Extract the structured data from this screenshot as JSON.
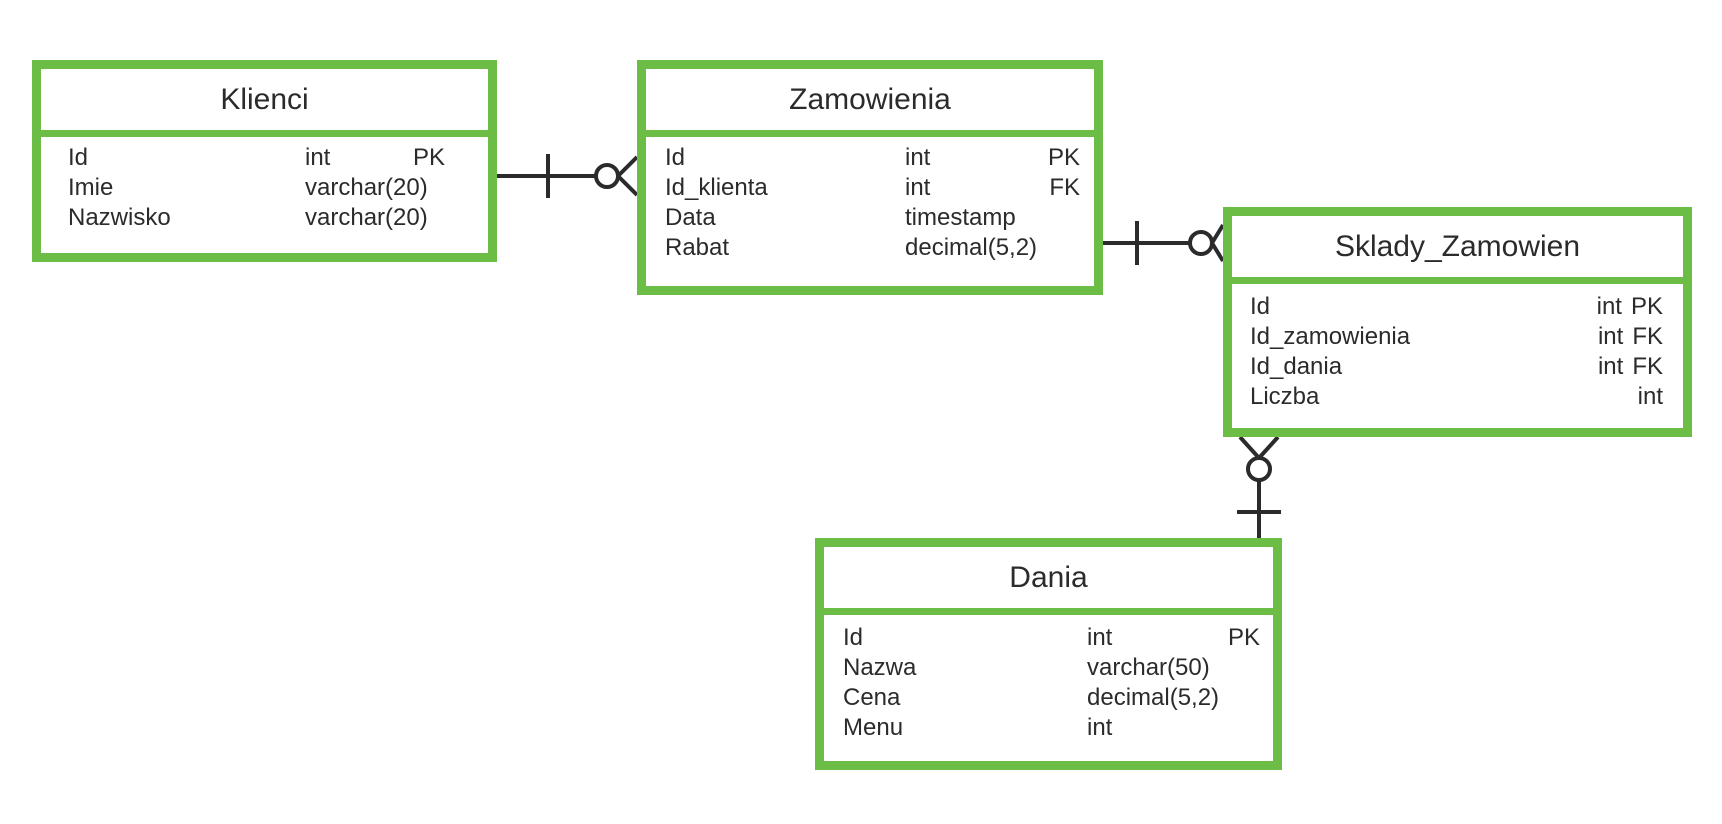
{
  "diagram_type": "entity-relationship",
  "colors": {
    "entity_border": "#6cbd45",
    "text": "#2b2b2b",
    "connector": "#2b2b2b",
    "background": "#ffffff"
  },
  "entities": [
    {
      "id": "klienci",
      "title": "Klienci",
      "rows": [
        {
          "name": "Id",
          "type": "int",
          "key": "PK"
        },
        {
          "name": "Imie",
          "type": "varchar(20)",
          "key": ""
        },
        {
          "name": "Nazwisko",
          "type": "varchar(20)",
          "key": ""
        }
      ]
    },
    {
      "id": "zamowienia",
      "title": "Zamowienia",
      "rows": [
        {
          "name": "Id",
          "type": "int",
          "key": "PK"
        },
        {
          "name": "Id_klienta",
          "type": "int",
          "key": "FK"
        },
        {
          "name": "Data",
          "type": "timestamp",
          "key": ""
        },
        {
          "name": "Rabat",
          "type": "decimal(5,2)",
          "key": ""
        }
      ]
    },
    {
      "id": "sklady_zamowien",
      "title": "Sklady_Zamowien",
      "rows": [
        {
          "name": "Id",
          "type": "int",
          "key": "PK"
        },
        {
          "name": "Id_zamowienia",
          "type": "int",
          "key": "FK"
        },
        {
          "name": "Id_dania",
          "type": "int",
          "key": "FK"
        },
        {
          "name": "Liczba",
          "type": "int",
          "key": ""
        }
      ]
    },
    {
      "id": "dania",
      "title": "Dania",
      "rows": [
        {
          "name": "Id",
          "type": "int",
          "key": "PK"
        },
        {
          "name": "Nazwa",
          "type": "varchar(50)",
          "key": ""
        },
        {
          "name": "Cena",
          "type": "decimal(5,2)",
          "key": ""
        },
        {
          "name": "Menu",
          "type": "int",
          "key": ""
        }
      ]
    }
  ],
  "relationships": [
    {
      "from": "Klienci",
      "to": "Zamowienia",
      "from_cardinality": "one",
      "to_cardinality": "zero-or-many"
    },
    {
      "from": "Zamowienia",
      "to": "Sklady_Zamowien",
      "from_cardinality": "one",
      "to_cardinality": "zero-or-many"
    },
    {
      "from": "Dania",
      "to": "Sklady_Zamowien",
      "from_cardinality": "one",
      "to_cardinality": "zero-or-many"
    }
  ]
}
